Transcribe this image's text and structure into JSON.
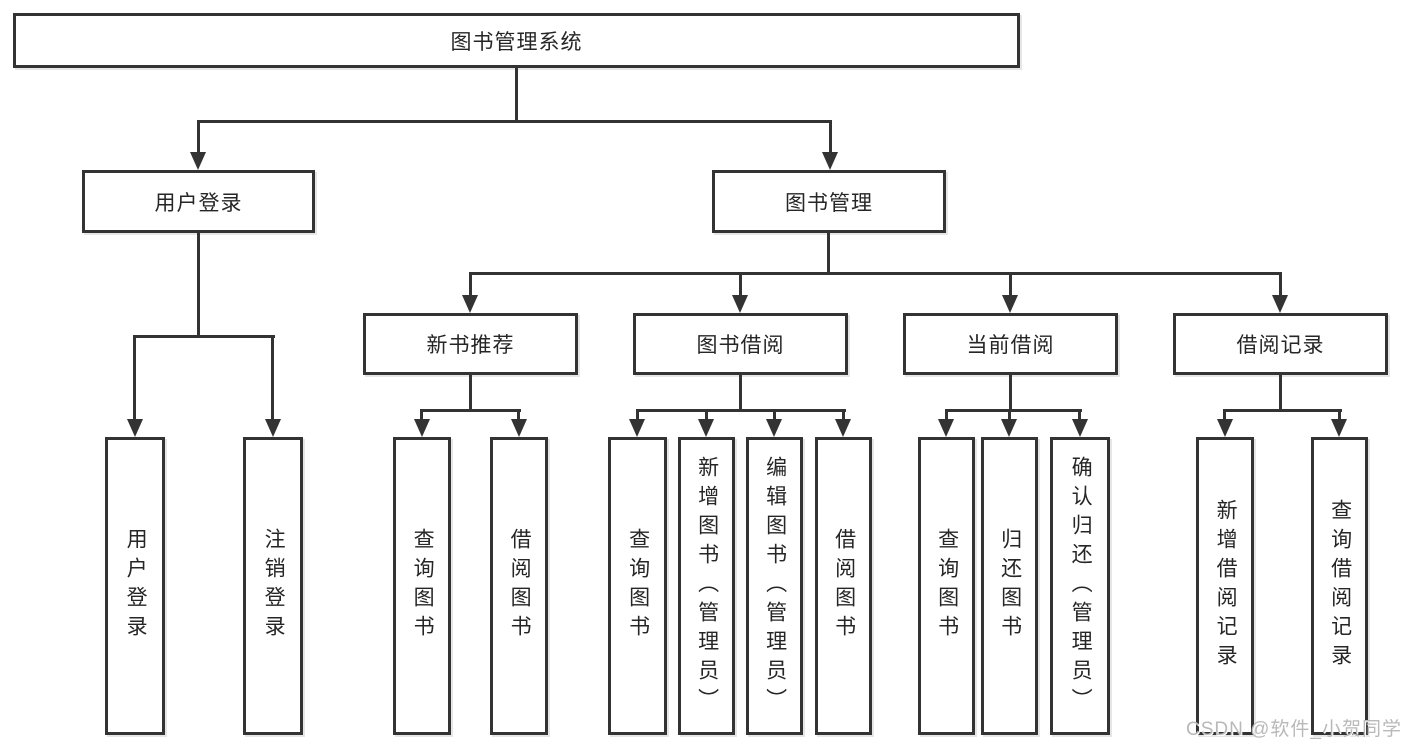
{
  "colors": {
    "line": "#333333",
    "text": "#262626",
    "watermark": "#b9b9b9",
    "background": "#ffffff"
  },
  "watermark": {
    "text": "CSDN @软件_小贺同学"
  },
  "tree": {
    "root": {
      "label": "图书管理系统",
      "children": [
        {
          "label": "用户登录",
          "children": [
            {
              "label": "用户登录"
            },
            {
              "label": "注销登录"
            }
          ]
        },
        {
          "label": "图书管理",
          "children": [
            {
              "label": "新书推荐",
              "children": [
                {
                  "label": "查询图书"
                },
                {
                  "label": "借阅图书"
                }
              ]
            },
            {
              "label": "图书借阅",
              "children": [
                {
                  "label": "查询图书"
                },
                {
                  "label": "新增图书（管理员）"
                },
                {
                  "label": "编辑图书（管理员）"
                },
                {
                  "label": "借阅图书"
                }
              ]
            },
            {
              "label": "当前借阅",
              "children": [
                {
                  "label": "查询图书"
                },
                {
                  "label": "归还图书"
                },
                {
                  "label": "确认归还（管理员）"
                }
              ]
            },
            {
              "label": "借阅记录",
              "children": [
                {
                  "label": "新增借阅记录"
                },
                {
                  "label": "查询借阅记录"
                }
              ]
            }
          ]
        }
      ]
    }
  }
}
